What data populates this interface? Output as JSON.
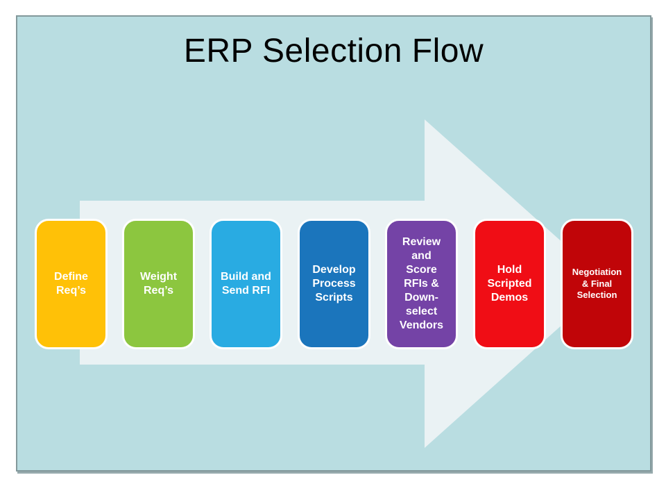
{
  "slide": {
    "title": "ERP Selection Flow",
    "steps": [
      {
        "id": "define-reqs",
        "label": "Define\nReq’s",
        "color": "#FFC107"
      },
      {
        "id": "weight-reqs",
        "label": "Weight\nReq’s",
        "color": "#8CC63F"
      },
      {
        "id": "build-send-rfi",
        "label": "Build and\nSend RFI",
        "color": "#29ABE2"
      },
      {
        "id": "develop-process-scripts",
        "label": "Develop\nProcess\nScripts",
        "color": "#1B75BC"
      },
      {
        "id": "review-score-downselect",
        "label": "Review\nand\nScore\nRFIs &\nDown-\nselect\nVendors",
        "color": "#7443A6"
      },
      {
        "id": "hold-scripted-demos",
        "label": "Hold\nScripted\nDemos",
        "color": "#F00D15"
      },
      {
        "id": "negotiation-final-selection",
        "label": "Negotiation\n& Final\nSelection",
        "color": "#C00508"
      }
    ]
  },
  "colors": {
    "page_background": "#FFFFFF",
    "slide_background": "#B9DDE1",
    "slide_border": "#82989B",
    "arrow_fill": "#EAF2F4",
    "title_text": "#000000",
    "step_text": "#FFFFFF"
  }
}
